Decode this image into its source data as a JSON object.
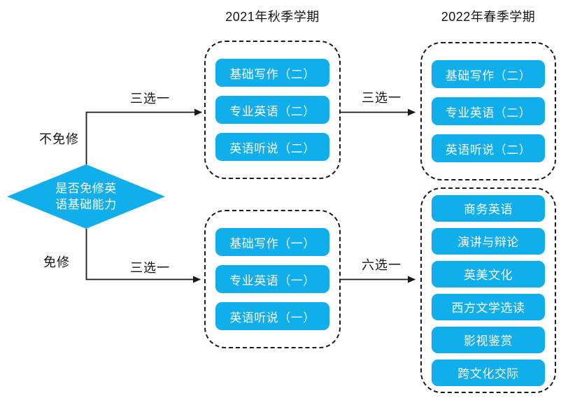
{
  "columns": [
    {
      "title": "2021年秋季学期"
    },
    {
      "title": "2022年春季学期"
    }
  ],
  "decision": {
    "line1": "是否免修英",
    "line2": "语基础能力"
  },
  "branches": {
    "not_exempt": "不免修",
    "exempt": "免修"
  },
  "edges": {
    "fall_not_exempt": "三选一",
    "spring_not_exempt": "三选一",
    "fall_exempt": "三选一",
    "spring_exempt": "六选一"
  },
  "groups": [
    {
      "semester": "2021年秋季学期",
      "branch": "不免修",
      "courses": [
        "基础写作（二）",
        "专业英语（二）",
        "英语听说（二）"
      ]
    },
    {
      "semester": "2022年春季学期",
      "branch": "不免修",
      "courses": [
        "基础写作（二）",
        "专业英语（二）",
        "英语听说（二）"
      ]
    },
    {
      "semester": "2021年秋季学期",
      "branch": "免修",
      "courses": [
        "基础写作（一）",
        "专业英语（一）",
        "英语听说（一）"
      ]
    },
    {
      "semester": "2022年春季学期",
      "branch": "免修",
      "courses": [
        "商务英语",
        "演讲与辩论",
        "英美文化",
        "西方文学选读",
        "影视鉴赏",
        "跨文化交际"
      ]
    }
  ],
  "colors": {
    "node_fill": "#10AEEA",
    "node_text": "#FFFFFF",
    "line": "#1A1A1A"
  }
}
